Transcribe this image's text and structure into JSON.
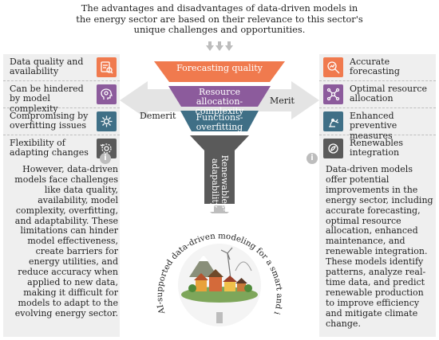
{
  "title": "The advantages and disadvantages of data-driven models in the energy sector are based on their relevance to this sector's unique challenges and opportunities.",
  "funnel": {
    "segments": [
      {
        "label": "Forecasting quality",
        "color": "#f07a4e"
      },
      {
        "label": "Resource allocation-complexity",
        "color": "#8c5b9c"
      },
      {
        "label": "Functions-overfitting",
        "color": "#3f6f86"
      },
      {
        "label": "Renewables-adapability",
        "color": "#5a5a5a"
      }
    ],
    "demerit_label": "Demerit",
    "merit_label": "Merit"
  },
  "left": {
    "items": [
      {
        "text": "Data quality and availability",
        "icon": "data-quality-icon",
        "color": "#f07a4e"
      },
      {
        "text": "Can be hindered by model complexity",
        "icon": "brain-head-icon",
        "color": "#8c5b9c"
      },
      {
        "text": "Compromising by overfitting issues",
        "icon": "gear-network-icon",
        "color": "#3f6f86"
      },
      {
        "text": "Flexibility of adapting changes",
        "icon": "adapt-gear-icon",
        "color": "#5a5a5a"
      }
    ],
    "paragraph": "However, data-driven models face challenges like data quality, availability, model complexity, overfitting, and adaptability. These limitations can hinder model effectiveness, create barriers for energy utilities, and reduce accuracy when applied to new data, making it difficult for models to adapt to the evolving energy sector."
  },
  "right": {
    "items": [
      {
        "text": "Accurate forecasting",
        "icon": "search-chart-icon",
        "color": "#f07a4e"
      },
      {
        "text": "Optimal resource allocation",
        "icon": "network-nodes-icon",
        "color": "#8c5b9c"
      },
      {
        "text": "Enhanced preventive measures",
        "icon": "robot-arm-icon",
        "color": "#3f6f86"
      },
      {
        "text": "Renewables integration",
        "icon": "renewable-gear-icon",
        "color": "#5a5a5a"
      }
    ],
    "paragraph": "Data-driven models offer potential improvements in the energy sector, including accurate forecasting, optimal resource allocation, enhanced maintenance, and renewable integration. These models identify patterns, analyze real-time data, and predict renewable production to improve efficiency and mitigate climate change."
  },
  "circle_caption": "AI-supported data-driven modeling for a smart and intelligent energy future"
}
